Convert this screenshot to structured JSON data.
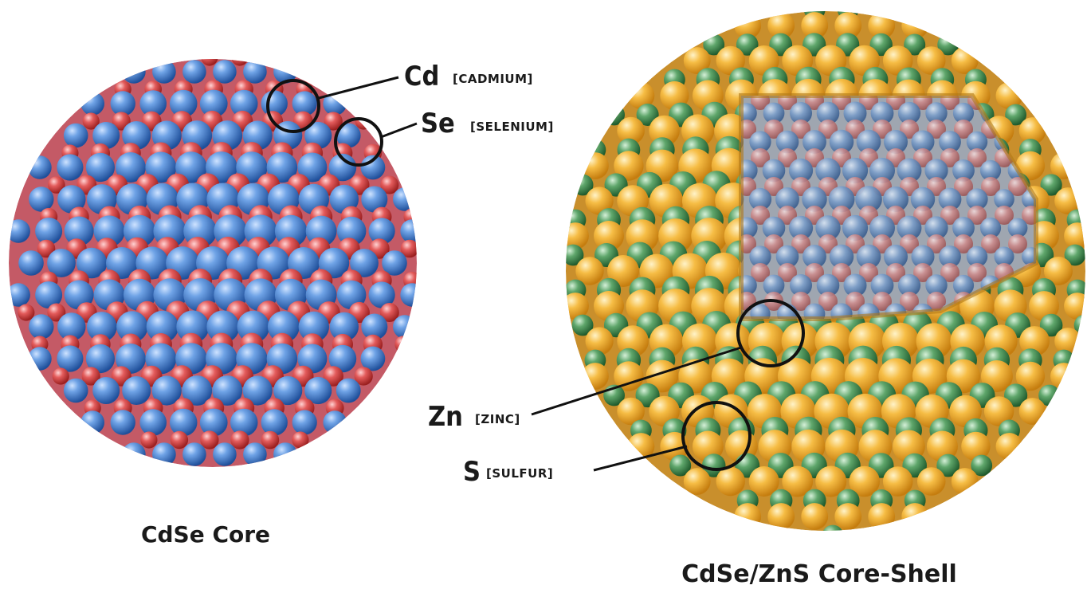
{
  "diagram": {
    "core": {
      "caption": "CdSe Core",
      "callouts": [
        {
          "symbol": "Cd",
          "name": "[CADMIUM]"
        },
        {
          "symbol": "Se",
          "name": "[SELENIUM]"
        }
      ]
    },
    "core_shell": {
      "caption": "CdSe/ZnS Core-Shell",
      "callouts": [
        {
          "symbol": "Zn",
          "name": "[ZINC]"
        },
        {
          "symbol": "S",
          "name": "[SULFUR]"
        }
      ]
    },
    "colors": {
      "cadmium": "#3f7cc6",
      "selenium": "#d84545",
      "zinc": "#3f8a4f",
      "sulfur": "#f2b233"
    }
  }
}
